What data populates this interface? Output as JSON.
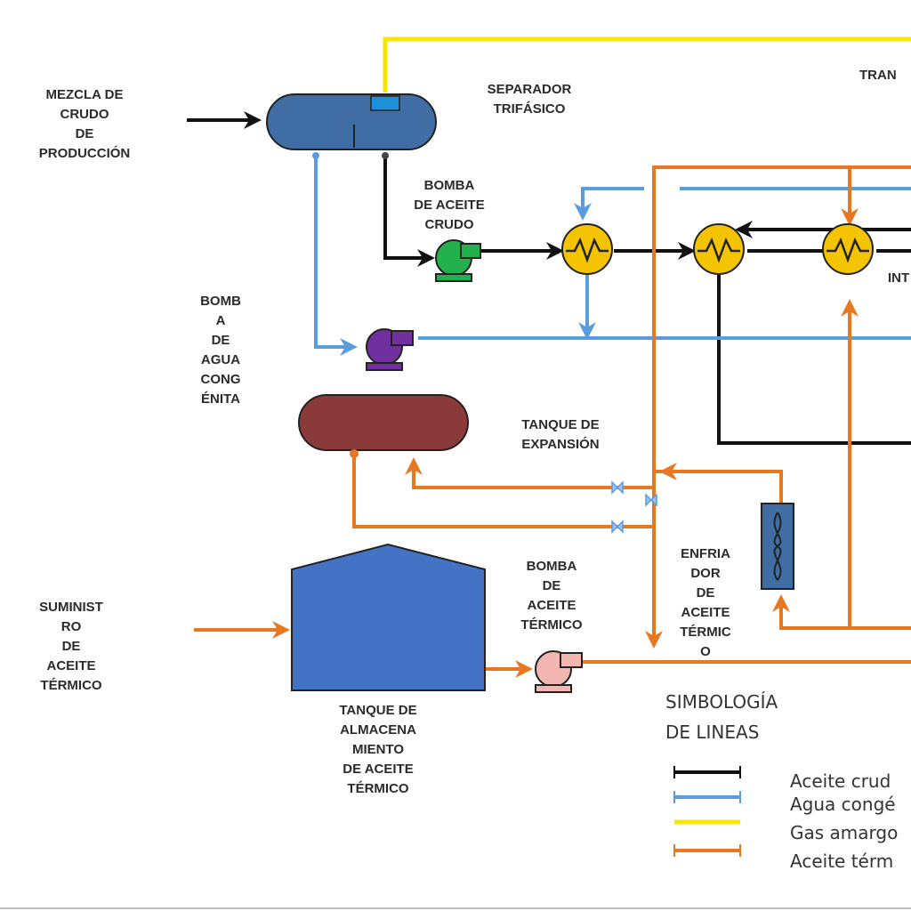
{
  "labels": {
    "mezcla": "MEZCLA DE\nCRUDO\nDE\nPRODUCCIÓN",
    "separador": "SEPARADOR\nTRIFÁSICO",
    "bomba_crudo": "BOMBA\nDE ACEITE\nCRUDO",
    "bomba_agua": "BOMB\nA\nDE\nAGUA\nCONG\nÉNITA",
    "tanque_expansion": "TANQUE DE\nEXPANSIÓN",
    "suministro": "SUMINIST\nRO\nDE\nACEITE\nTÉRMICO",
    "tanque_almacen": "TANQUE DE\nALMACENA\nMIENTO\nDE ACEITE\nTÉRMICO",
    "bomba_termico": "BOMBA\nDE\nACEITE\nTÉRMICO",
    "enfriador": "ENFRIA\nDOR\nDE\nACEITE\nTÉRMIC\nO",
    "tran": "TRAN",
    "int": "INT"
  },
  "legend": {
    "title": "SIMBOLOGÍA\nDE LINEAS",
    "items": [
      {
        "label": "Aceite crud",
        "color": "#111111"
      },
      {
        "label": "Agua congé",
        "color": "#5b9be0"
      },
      {
        "label": "Gas amargo",
        "color": "#f5e600"
      },
      {
        "label": "Aceite térm",
        "color": "#e87722"
      }
    ]
  },
  "colors": {
    "crude": "#111111",
    "water": "#5b9be0",
    "gas": "#f5e600",
    "thermal": "#e87722",
    "separator": "#3f6da4",
    "exchanger": "#f5c400",
    "crude_pump": "#22b14c",
    "water_pump": "#7030a0",
    "thermal_pump": "#f4b6b0",
    "expansion_tank": "#8b3a3a",
    "storage_tank": "#4472c4",
    "cooler": "#3f6da4"
  }
}
